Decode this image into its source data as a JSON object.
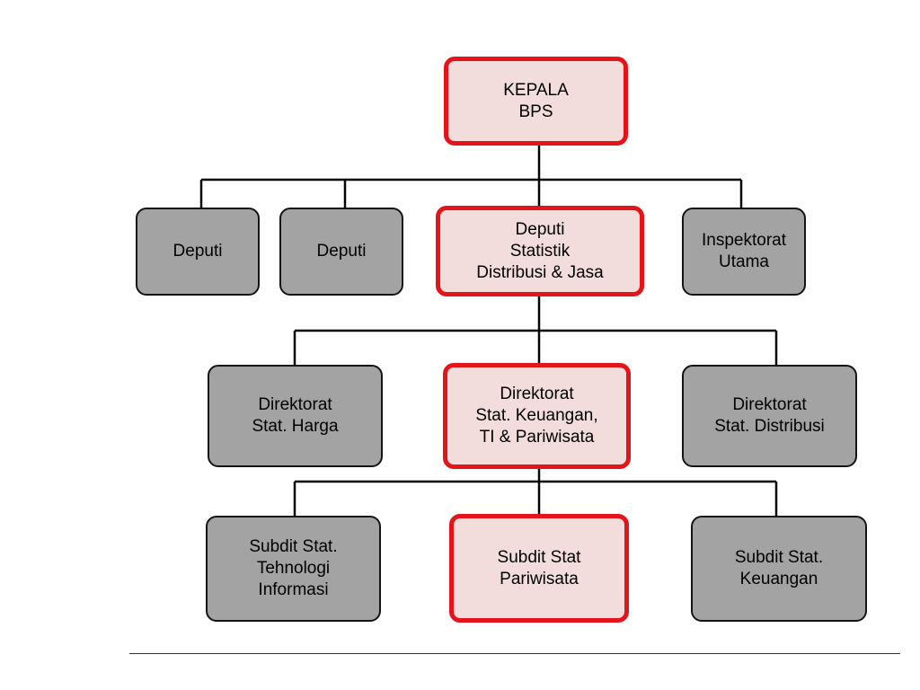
{
  "colors": {
    "highlight_fill": "#f2dcdc",
    "highlight_border": "#e5141b",
    "normal_fill": "#a3a3a3",
    "normal_border": "#141414",
    "connector": "#000000"
  },
  "nodes": {
    "kepala": "KEPALA\nBPS",
    "deputi_1": "Deputi",
    "deputi_2": "Deputi",
    "deputi_distribusi": "Deputi\nStatistik\nDistribusi & Jasa",
    "inspektorat": "Inspektorat\nUtama",
    "dir_harga": "Direktorat\nStat. Harga",
    "dir_keuangan": "Direktorat\nStat. Keuangan,\nTI & Pariwisata",
    "dir_distribusi": "Direktorat\nStat. Distribusi",
    "subdit_ti": "Subdit Stat.\nTehnologi\nInformasi",
    "subdit_pariwisata": "Subdit Stat\nPariwisata",
    "subdit_keuangan": "Subdit Stat.\nKeuangan"
  }
}
